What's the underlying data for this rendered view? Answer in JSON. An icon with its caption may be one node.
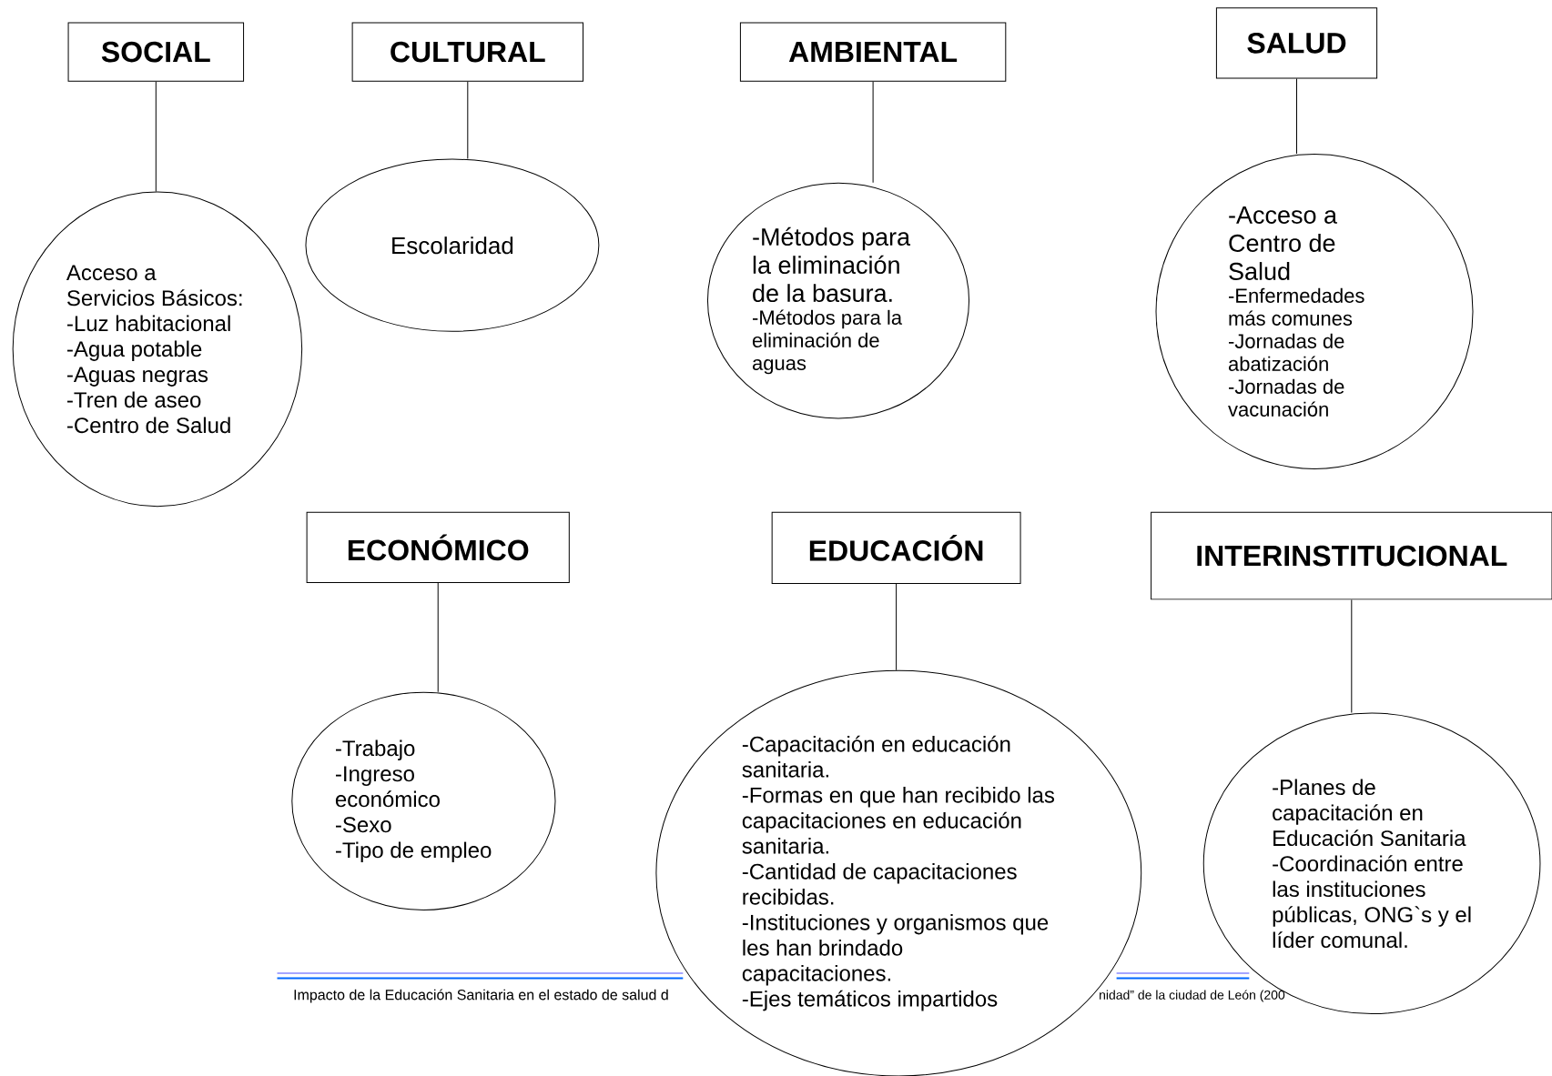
{
  "diagram": {
    "nodes": [
      {
        "text": [
          "SOCIAL"
        ]
      },
      {
        "text": [
          "CULTURAL"
        ]
      },
      {
        "text": [
          "AMBIENTAL"
        ]
      },
      {
        "text": [
          "SALUD"
        ]
      },
      {
        "text": [
          "Acceso a Servicios Básicos:",
          "-Luz habitacional",
          "-Agua potable",
          "-Aguas negras",
          "-Tren de aseo",
          "-Centro de Salud"
        ]
      },
      {
        "text": [
          "Escolaridad"
        ]
      },
      {
        "text": [
          "-Métodos para la eliminación de la basura.",
          "-Métodos para la eliminación de aguas"
        ]
      },
      {
        "text": [
          "-Acceso a Centro de Salud",
          "-Enfermedades más comunes",
          "-Jornadas de abatización",
          "-Jornadas de vacunación"
        ]
      },
      {
        "text": [
          "ECONÓMICO"
        ]
      },
      {
        "text": [
          "EDUCACIÓN"
        ]
      },
      {
        "text": [
          "INTERINSTITUCIONAL"
        ]
      },
      {
        "text": [
          "-Trabajo",
          "-Ingreso económico",
          "-Sexo",
          "-Tipo de empleo"
        ]
      },
      {
        "text": [
          "-Capacitación en educación sanitaria.",
          "-Formas en que han recibido las capacitaciones en educación sanitaria.",
          "-Cantidad de capacitaciones recibidas.",
          "-Instituciones y organismos que les han brindado capacitaciones.",
          "-Ejes temáticos impartidos"
        ]
      },
      {
        "text": [
          "-Planes de capacitación en Educación Sanitaria",
          "-Coordinación entre las instituciones públicas, ONG`s y el líder comunal."
        ]
      }
    ],
    "edges": [
      {
        "from": 0,
        "to": 4,
        "arrow": "none"
      },
      {
        "from": 1,
        "to": 5,
        "arrow": "none"
      },
      {
        "from": 2,
        "to": 6,
        "arrow": "none"
      },
      {
        "from": 3,
        "to": 7,
        "arrow": "none"
      },
      {
        "from": 8,
        "to": 11,
        "arrow": "none"
      },
      {
        "from": 9,
        "to": 12,
        "arrow": "none"
      },
      {
        "from": 10,
        "to": 13,
        "arrow": "none"
      }
    ],
    "labels": [
      "Impacto de la Educación Sanitaria en el estado de salud d",
      "nidad” de la ciudad de León (200"
    ]
  }
}
